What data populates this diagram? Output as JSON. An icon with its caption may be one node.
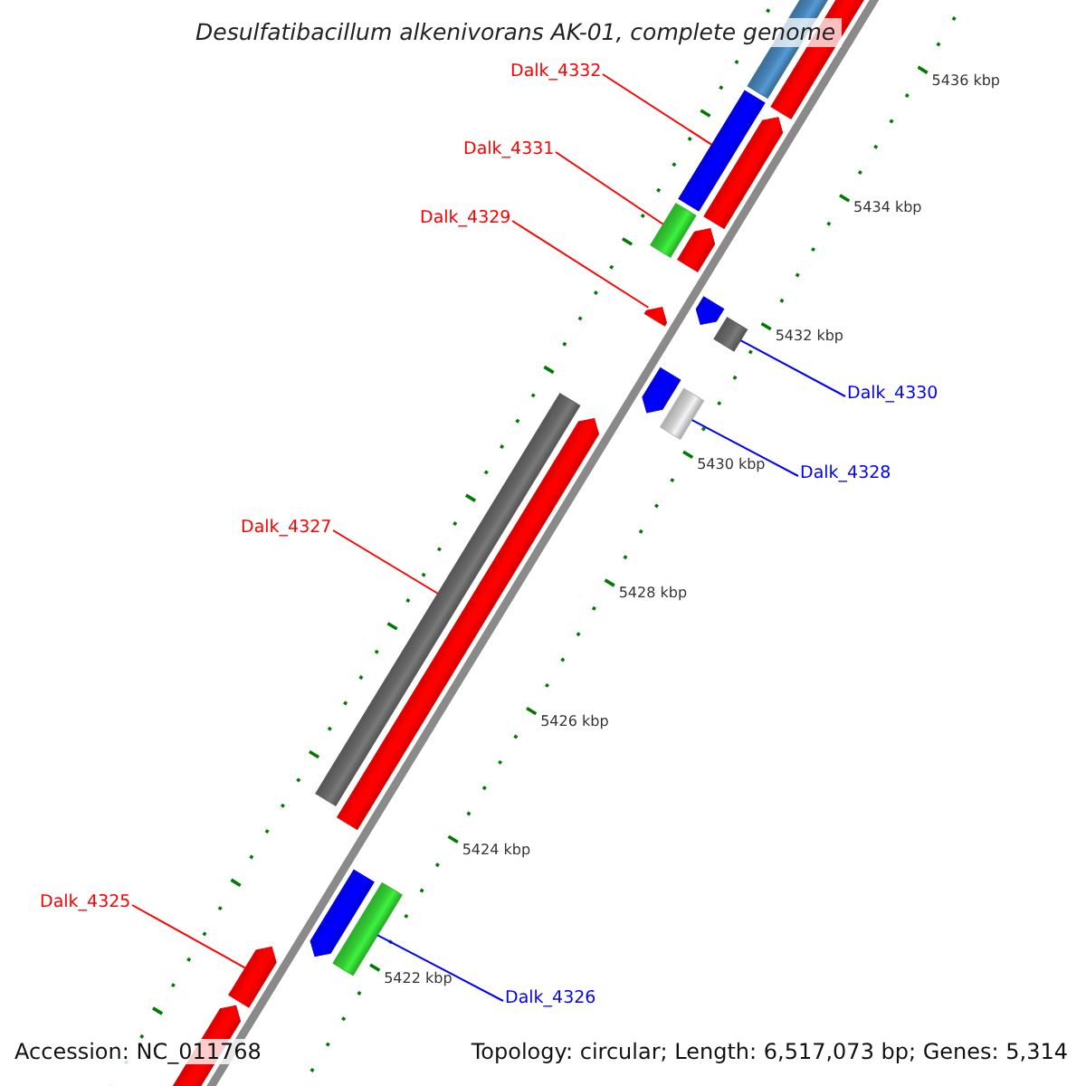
{
  "diagram": {
    "title": "Desulfatibacillum alkenivorans AK-01, complete genome",
    "nodes": [
      {
        "text": [
          "Dalk_4332"
        ]
      },
      {
        "text": [
          "Dalk_4331"
        ]
      },
      {
        "text": [
          "Dalk_4329"
        ]
      },
      {
        "text": [
          "Dalk_4330"
        ]
      },
      {
        "text": [
          "Dalk_4328"
        ]
      },
      {
        "text": [
          "Dalk_4327"
        ]
      },
      {
        "text": [
          "Dalk_4325"
        ]
      },
      {
        "text": [
          "Dalk_4326"
        ]
      },
      {
        "text": [],
        "shape": "bar"
      },
      {
        "text": [],
        "shape": "bar"
      },
      {
        "text": [],
        "shape": "bar"
      },
      {
        "text": [],
        "shape": "bar"
      },
      {
        "text": [],
        "shape": "bar"
      },
      {
        "text": [],
        "shape": "bar"
      },
      {
        "text": [],
        "shape": "bar"
      },
      {
        "text": [],
        "shape": "bar"
      }
    ],
    "edges": [
      {
        "from": 0,
        "to": 8,
        "arrow": "none"
      },
      {
        "from": 1,
        "to": 9,
        "arrow": "none"
      },
      {
        "from": 2,
        "to": 10,
        "arrow": "none"
      },
      {
        "from": 3,
        "to": 11,
        "arrow": "none",
        "color": "#0000ff"
      },
      {
        "from": 4,
        "to": 12,
        "arrow": "none",
        "color": "#0000ff"
      },
      {
        "from": 5,
        "to": 13,
        "arrow": "none"
      },
      {
        "from": 6,
        "to": 14,
        "arrow": "none"
      },
      {
        "from": 7,
        "to": 15,
        "arrow": "none",
        "color": "#0000ff"
      }
    ],
    "labels": [
      "5436 kbp",
      "5434 kbp",
      "5432 kbp",
      "5430 kbp",
      "5428 kbp",
      "5426 kbp",
      "5424 kbp",
      "5422 kbp",
      "Accession: NC_011768",
      "Topology: circular; Length: 6,517,073 bp; Genes: 5,314"
    ]
  }
}
